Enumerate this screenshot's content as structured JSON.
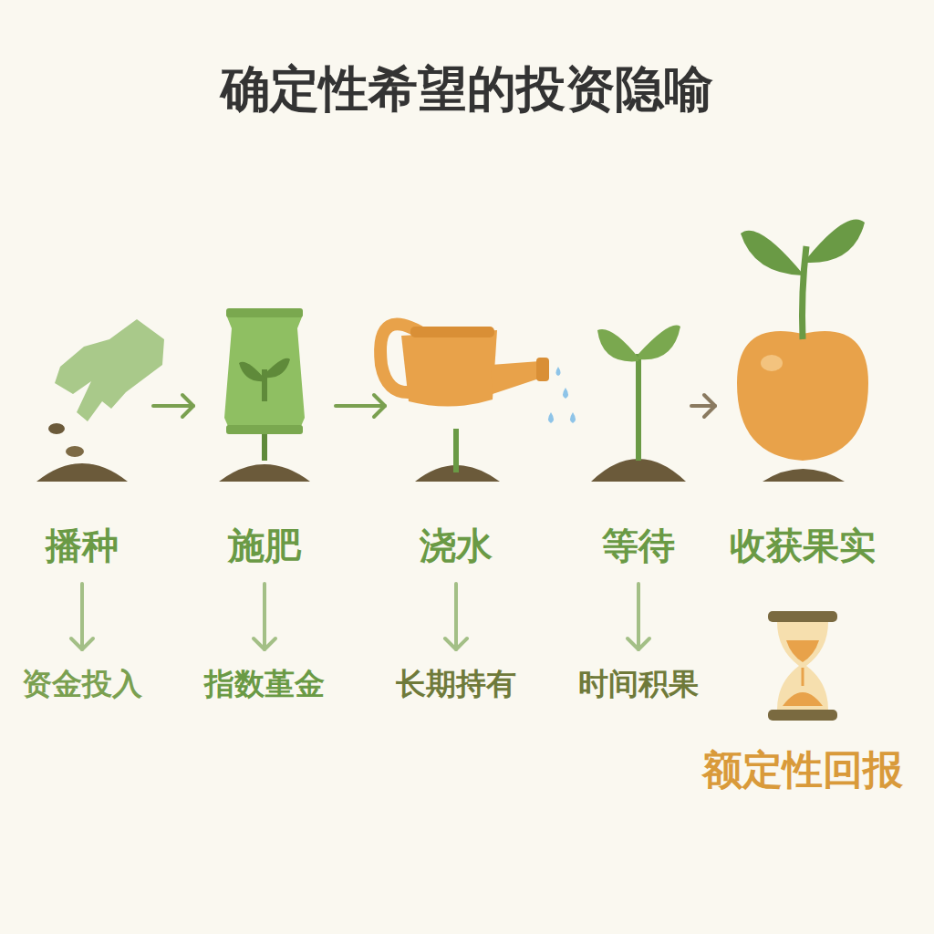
{
  "diagram": {
    "title": "确定性希望的投资隐喻",
    "nodes": [
      {
        "text": [
          "播种"
        ]
      },
      {
        "text": [
          "施肥"
        ]
      },
      {
        "text": [
          "浇水"
        ]
      },
      {
        "text": [
          "等待"
        ]
      },
      {
        "text": [
          "收获果实"
        ]
      },
      {
        "text": [
          "资金投入"
        ]
      },
      {
        "text": [
          "指数堇金"
        ]
      },
      {
        "text": [
          "长期持有"
        ]
      },
      {
        "text": [
          "时间积果"
        ]
      }
    ],
    "edges": [
      {
        "from": 0,
        "to": 1,
        "arrow": "to"
      },
      {
        "from": 1,
        "to": 2,
        "arrow": "to"
      },
      {
        "from": 3,
        "to": 4,
        "arrow": "to"
      },
      {
        "from": 0,
        "to": 5,
        "arrow": "to"
      },
      {
        "from": 1,
        "to": 6,
        "arrow": "to"
      },
      {
        "from": 2,
        "to": 7,
        "arrow": "to"
      },
      {
        "from": 3,
        "to": 8,
        "arrow": "to"
      }
    ],
    "labels": [
      "额定性回报"
    ]
  }
}
